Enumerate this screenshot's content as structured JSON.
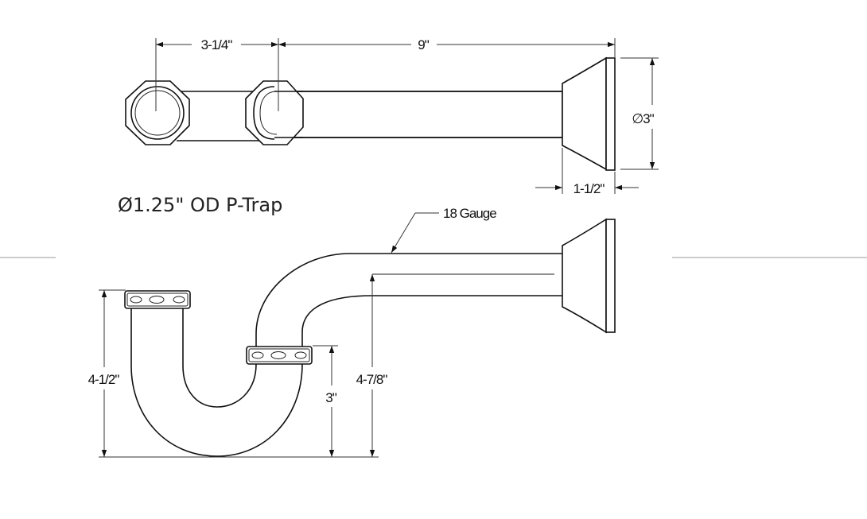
{
  "title": "Ø1.25\" OD P-Trap",
  "top_view": {
    "dim_center_spacing": "3-1/4\"",
    "dim_length": "9\"",
    "dim_flange_diameter": "∅3\"",
    "dim_flange_depth": "1-1/2\""
  },
  "side_view": {
    "gauge_label": "18 Gauge",
    "dim_inlet_height": "4-1/2\"",
    "dim_nut_height": "3\"",
    "dim_outlet_height": "4-7/8\""
  }
}
